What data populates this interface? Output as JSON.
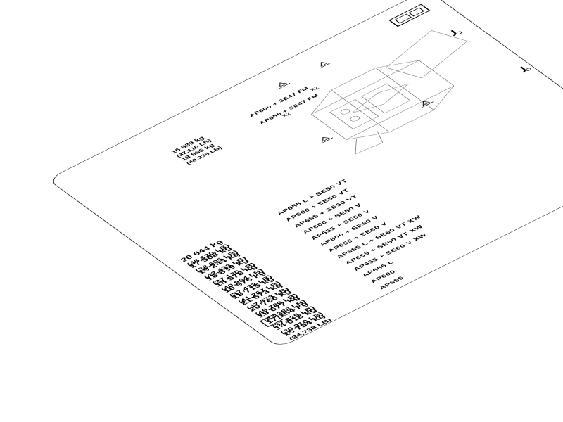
{
  "rows": [
    {
      "kg": "20 644 kg",
      "lb": "(45,520 LB)",
      "model": "AP655 L + SE50 VT"
    },
    {
      "kg": "17 508 kg",
      "lb": "(38,605 LB)",
      "model": "AP600 + SE50 VT"
    },
    {
      "kg": "19 244 kg",
      "lb": "(42,433 LB)",
      "model": "AP655 + SE50 VT"
    },
    {
      "kg": "16 839 kg",
      "lb": "(37,130 LB)",
      "model": "AP600 + SE50 V"
    },
    {
      "kg": "18 578 kg",
      "lb": "(40,964 LB)",
      "model": "AP655 + SE50 V"
    },
    {
      "kg": "16 976 kg",
      "lb": "(37,432 LB)",
      "model": "AP600 + SE60 V"
    },
    {
      "kg": "18 715 kg",
      "lb": "(41,267 LB)",
      "model": "AP655 + SE60 V"
    },
    {
      "kg": "21 673 kg",
      "lb": "(47,873 LB)",
      "model": "AP655 L + SE60 VT XW"
    },
    {
      "kg": "20 766 kg",
      "lb": "(45,789 LB)",
      "model": "AP655 + SE60 VT XW"
    },
    {
      "kg": "19 677 kg",
      "lb": "(43,388 LB)",
      "model": "AP655 + SE60 V XW"
    },
    {
      "kg": "17 154 kg",
      "lb": "(37,825 LB)",
      "model": "AP655 L"
    },
    {
      "kg": "14 018 kg",
      "lb": "(30,910 LB)",
      "model": "AP600"
    },
    {
      "kg": "15 754 kg",
      "lb": "(34,738 LB)",
      "model": "AP655"
    }
  ],
  "top_rows": [
    {
      "kg": "16 839 kg",
      "lb": "(37,110 LB)",
      "model": "AP600 + SE47 FM"
    },
    {
      "kg": "18 566 kg",
      "lb": "(40,938 LB)",
      "model": "AP655 + SE47 FM"
    }
  ],
  "axis_tags": [
    "XZ",
    "XZ"
  ],
  "icons": [
    "crane-hook-icon",
    "lift-point-icon",
    "vehicle-icon",
    "weight-box-icon"
  ]
}
